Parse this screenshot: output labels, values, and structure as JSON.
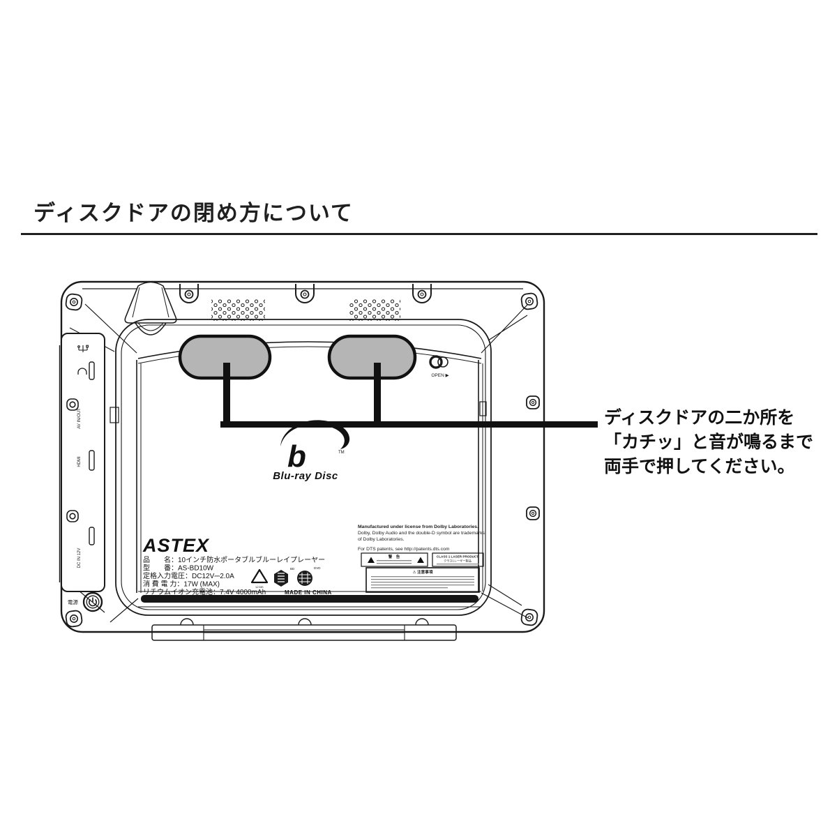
{
  "page": {
    "title": "ディスクドアの閉め方について",
    "ink_color": "#1a1a1a",
    "press_area_fill": "#b5b5b5"
  },
  "callout": {
    "lines": [
      "ディスクドアの二か所を",
      "「カチッ」と音が鳴るまで",
      "両手で押してください。"
    ]
  },
  "device": {
    "open_label": "OPEN ▶",
    "power_label": "電源",
    "port_labels": {
      "av": "AV IN/OUT",
      "hdmi": "HDMI",
      "dc": "DC IN 12V"
    },
    "bluray": {
      "text": "Blu-ray Disc",
      "tm": "TM"
    },
    "badges": {
      "liion": "Li-ion",
      "bd": "BD",
      "dvd": "DVD"
    },
    "label": {
      "brand": "ASTEX",
      "specs": [
        "品　　名：10インチ防水ポータブルブルーレイプレーヤー",
        "型　　番：AS-BD10W",
        "定格入力電圧：DC12V⎓2.0A",
        "消 費 電 力：17W (MAX)",
        "リチウムイオン充電池：7.4V 4000mAh"
      ],
      "made_in": "MADE IN CHINA"
    },
    "notices": {
      "dolby": [
        "Manufactured under license from Dolby Laboratories.",
        "Dolby, Dolby Audio and the double-D symbol are trademarks",
        "of Dolby Laboratories."
      ],
      "dts": "For DTS patents, see http://patents.dts.com",
      "warning_title": "警　告",
      "class1_title": "CLASS 1 LASER PRODUCT",
      "class1_sub": "クラス1レーザー製品",
      "caution_title": "⚠ 注意事項"
    }
  }
}
